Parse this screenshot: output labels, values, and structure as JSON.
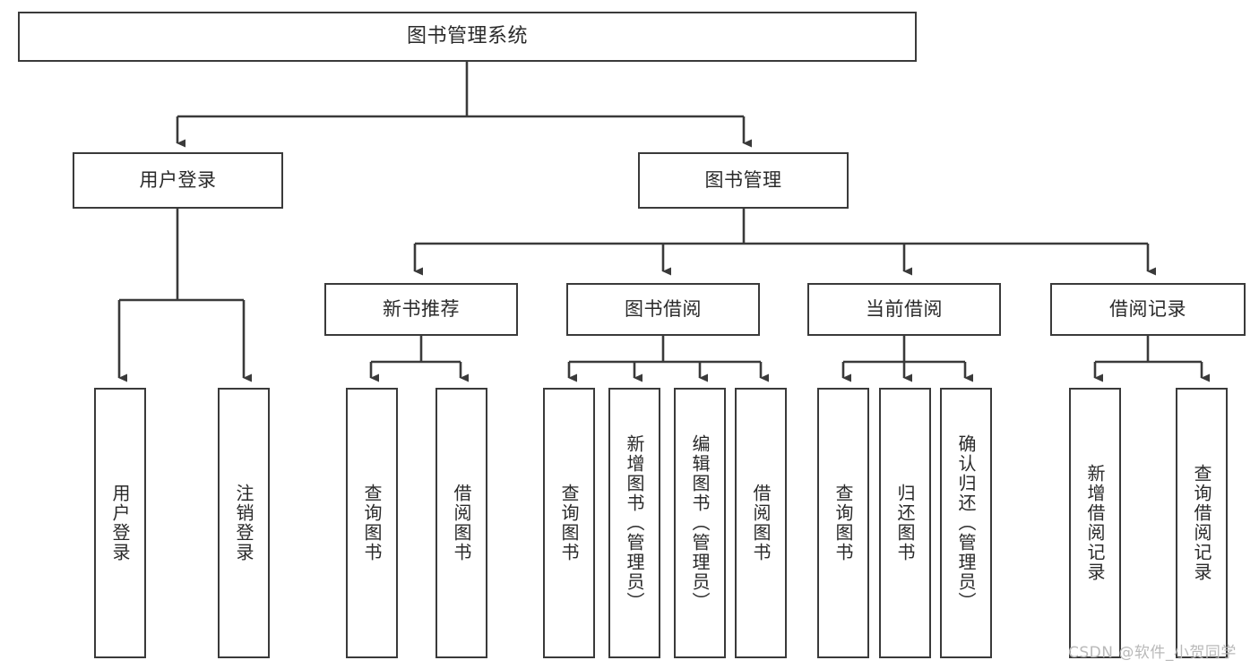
{
  "diagram": {
    "title": "图书管理系统",
    "type": "hierarchy-tree",
    "line_color": "#3a3a3a",
    "box_fill": "#ffffff",
    "text_color": "#2a2a2a"
  },
  "root": {
    "label": "图书管理系统"
  },
  "level2": [
    {
      "label": "用户登录"
    },
    {
      "label": "图书管理"
    }
  ],
  "level3": [
    {
      "label": "新书推荐"
    },
    {
      "label": "图书借阅"
    },
    {
      "label": "当前借阅"
    },
    {
      "label": "借阅记录"
    }
  ],
  "leaves": {
    "user_login": [
      {
        "label": "用户登录"
      },
      {
        "label": "注销登录"
      }
    ],
    "new_book": [
      {
        "label": "查询图书"
      },
      {
        "label": "借阅图书"
      }
    ],
    "book_borrow": [
      {
        "label": "查询图书"
      },
      {
        "label": "新增图书（管理员）"
      },
      {
        "label": "编辑图书（管理员）"
      },
      {
        "label": "借阅图书"
      }
    ],
    "current_borrow": [
      {
        "label": "查询图书"
      },
      {
        "label": "归还图书"
      },
      {
        "label": "确认归还（管理员）"
      }
    ],
    "borrow_record": [
      {
        "label": "新增借阅记录"
      },
      {
        "label": "查询借阅记录"
      }
    ]
  },
  "watermark": {
    "text": "CSDN @软件_小贺同学"
  }
}
